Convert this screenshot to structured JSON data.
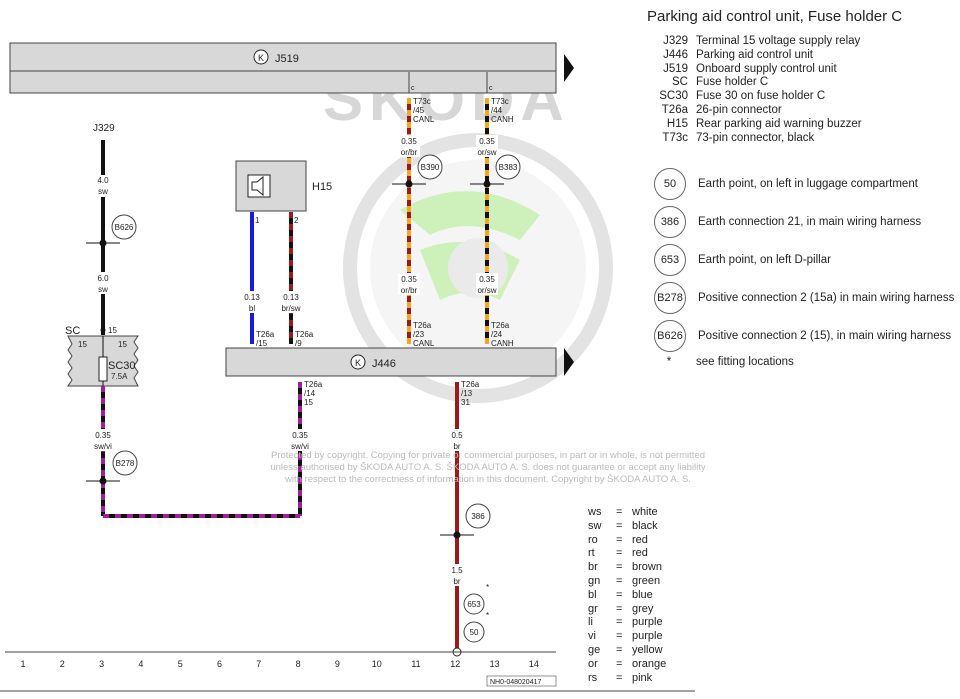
{
  "title": "Parking aid control unit, Fuse holder C",
  "components": [
    {
      "code": "J329",
      "desc": "Terminal 15 voltage supply relay"
    },
    {
      "code": "J446",
      "desc": "Parking aid control unit"
    },
    {
      "code": "J519",
      "desc": "Onboard supply control unit"
    },
    {
      "code": "SC",
      "desc": "Fuse holder C"
    },
    {
      "code": "SC30",
      "desc": "Fuse 30 on fuse holder C"
    },
    {
      "code": "T26a",
      "desc": "26-pin connector"
    },
    {
      "code": "H15",
      "desc": "Rear parking aid warning buzzer"
    },
    {
      "code": "T73c",
      "desc": "73-pin connector, black"
    }
  ],
  "points": [
    {
      "id": "50",
      "desc": "Earth point, on left in luggage compartment"
    },
    {
      "id": "386",
      "desc": "Earth connection 21, in main wiring harness"
    },
    {
      "id": "653",
      "desc": "Earth point, on left D-pillar"
    },
    {
      "id": "B278",
      "desc": "Positive connection 2 (15a) in main wiring harness"
    },
    {
      "id": "B626",
      "desc": "Positive connection 2 (15), in main wiring harness"
    }
  ],
  "asterisk_note": {
    "symbol": "*",
    "desc": "see fitting locations"
  },
  "color_codes": [
    {
      "code": "ws",
      "eq": "=",
      "name": "white"
    },
    {
      "code": "sw",
      "eq": "=",
      "name": "black"
    },
    {
      "code": "ro",
      "eq": "=",
      "name": "red"
    },
    {
      "code": "rt",
      "eq": "=",
      "name": "red"
    },
    {
      "code": "br",
      "eq": "=",
      "name": "brown"
    },
    {
      "code": "gn",
      "eq": "=",
      "name": "green"
    },
    {
      "code": "bl",
      "eq": "=",
      "name": "blue"
    },
    {
      "code": "gr",
      "eq": "=",
      "name": "grey"
    },
    {
      "code": "li",
      "eq": "=",
      "name": "purple"
    },
    {
      "code": "vi",
      "eq": "=",
      "name": "purple"
    },
    {
      "code": "ge",
      "eq": "=",
      "name": "yellow"
    },
    {
      "code": "or",
      "eq": "=",
      "name": "orange"
    },
    {
      "code": "rs",
      "eq": "=",
      "name": "pink"
    }
  ],
  "copyright": "Protected by copyright. Copying for private or commercial purposes, in part or in whole, is not permitted unless authorised by ŠKODA AUTO A. S. ŠKODA AUTO A. S. does not guarantee or accept any liability with respect to the correctness of information in this document. Copyright by ŠKODA AUTO A. S.",
  "watermark": "ŠKODA",
  "doc_number": "NH0-048020417",
  "diagram": {
    "j519_label": "J519",
    "j446_label": "J446",
    "k_symbol": "K",
    "j329": "J329",
    "h15": "H15",
    "sc": "SC",
    "sc30": "SC30",
    "sc30_rating": "7.5A",
    "sc_pin_top": "15",
    "sc_pin_left": "15",
    "sc_pin_right": "15",
    "w_j329_a_size": "4.0",
    "w_j329_a_col": "sw",
    "w_j329_b_size": "6.0",
    "w_j329_b_col": "sw",
    "b626": "B626",
    "b278": "B278",
    "b390": "B390",
    "b383": "B383",
    "p386": "386",
    "p653": "653",
    "p50": "50",
    "h15_pin1": "1",
    "h15_pin2": "2",
    "w_h1_size": "0.13",
    "w_h1_col": "bl",
    "w_h2_size": "0.13",
    "w_h2_col": "br/sw",
    "c_t26a_15_a": "T26a",
    "c_t26a_15_b": "/15",
    "c_t26a_9_a": "T26a",
    "c_t26a_9_b": "/9",
    "c_t26a_23_a": "T26a",
    "c_t26a_23_b": "/23",
    "c_t26a_23_c": "CANL",
    "c_t26a_24_a": "T26a",
    "c_t26a_24_b": "/24",
    "c_t26a_24_c": "CANH",
    "c_t26a_14_a": "T26a",
    "c_t26a_14_b": "/14",
    "c_t26a_14_c": "15",
    "c_t26a_13_a": "T26a",
    "c_t26a_13_b": "/13",
    "c_t26a_13_c": "31",
    "c_t73c_45_a": "T73c",
    "c_t73c_45_b": "/45",
    "c_t73c_45_c": "CANL",
    "c_t73c_44_a": "T73c",
    "c_t73c_44_b": "/44",
    "c_t73c_44_c": "CANH",
    "c_mark": "c",
    "w_canl_a_size": "0.35",
    "w_canl_a_col": "or/br",
    "w_canh_a_size": "0.35",
    "w_canh_a_col": "or/sw",
    "w_canl_b_size": "0.35",
    "w_canl_b_col": "or/br",
    "w_canh_b_size": "0.35",
    "w_canh_b_col": "or/sw",
    "w_swvi_a_size": "0.35",
    "w_swvi_a_col": "sw/vi",
    "w_swvi_b_size": "0.35",
    "w_swvi_b_col": "sw/vi",
    "w_br_a_size": "0.5",
    "w_br_a_col": "br",
    "w_br_b_size": "1.5",
    "w_br_b_col": "br",
    "star": "*",
    "grid_numbers": [
      "1",
      "2",
      "3",
      "4",
      "5",
      "6",
      "7",
      "8",
      "9",
      "10",
      "11",
      "12",
      "13",
      "14"
    ]
  },
  "colors": {
    "black": "#111111",
    "blue": "#1a1adb",
    "brown": "#9b1b1b",
    "orange": "#f5a623",
    "purple": "#a0209a",
    "box_fill": "#d8d8d8",
    "watermark_green": "#c9f0b4"
  }
}
